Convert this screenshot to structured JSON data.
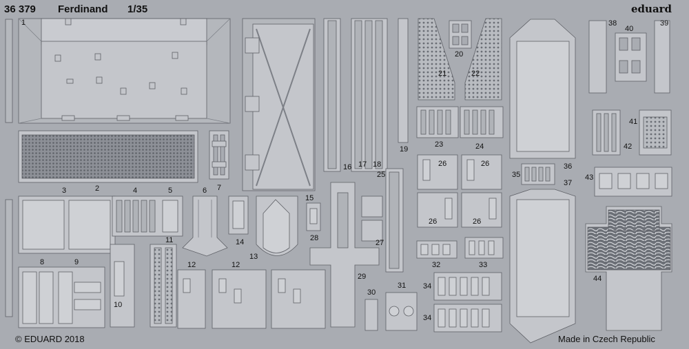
{
  "sheet": {
    "set_number": "36 379",
    "title": "Ferdinand",
    "scale": "1/35",
    "brand": "eduard",
    "copyright": "© EDUARD 2018",
    "origin": "Made in Czech Republic"
  },
  "colors": {
    "background": "#a9acb2",
    "fret": "#c4c6cb",
    "stroke": "#5e6066",
    "shadow": "#7d8087",
    "mesh": "#6f737a"
  },
  "part_numbers": [
    "1",
    "2",
    "3",
    "4",
    "5",
    "6",
    "7",
    "8",
    "9",
    "10",
    "11",
    "12",
    "12",
    "13",
    "14",
    "15",
    "16",
    "17",
    "18",
    "19",
    "20",
    "21",
    "22",
    "23",
    "24",
    "25",
    "26",
    "26",
    "26",
    "26",
    "27",
    "28",
    "29",
    "30",
    "31",
    "32",
    "33",
    "34",
    "34",
    "35",
    "36",
    "37",
    "38",
    "39",
    "40",
    "41",
    "42",
    "43",
    "44"
  ]
}
